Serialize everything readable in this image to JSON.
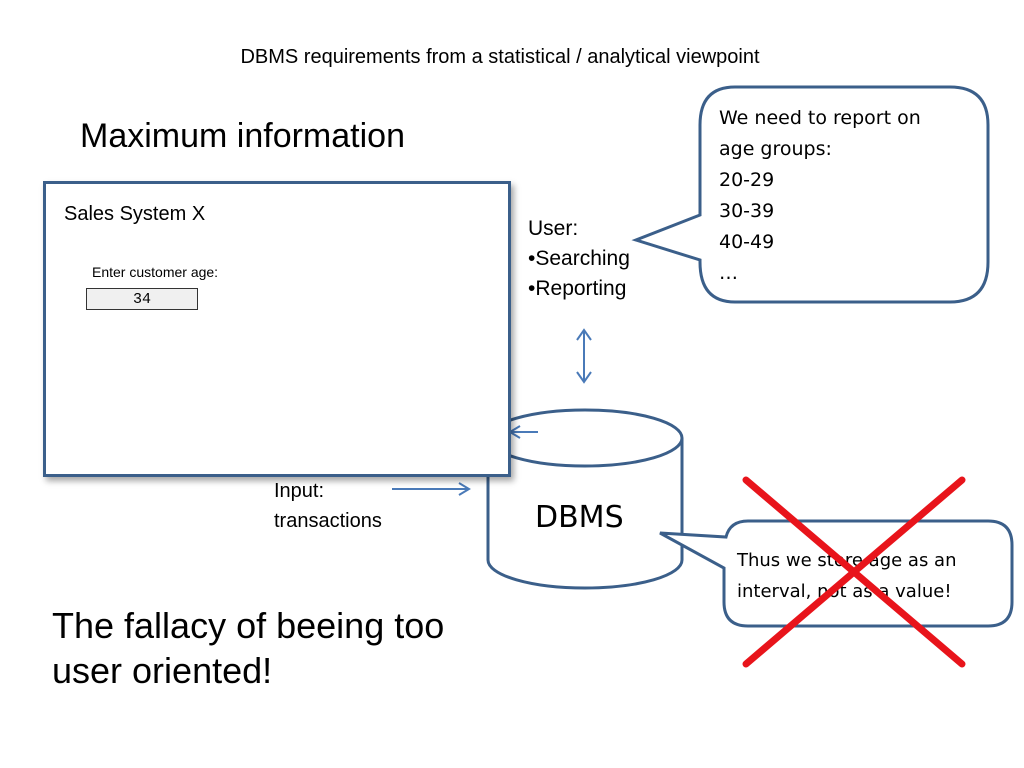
{
  "title": "DBMS requirements from a statistical / analytical viewpoint",
  "heading": "Maximum information",
  "window": {
    "title": "Sales System X",
    "age_label": "Enter customer age:",
    "age_value": "34"
  },
  "user": {
    "label": "User:",
    "items": [
      "•Searching",
      "•Reporting"
    ]
  },
  "input": {
    "label": "Input:",
    "sub": "transactions"
  },
  "dbms_label": "DBMS",
  "bubble_report": {
    "lines": [
      "We need to report on",
      "age groups:",
      "20-29",
      "30-39",
      "40-49",
      "…"
    ]
  },
  "bubble_interval": {
    "lines": [
      "Thus we store age as an",
      "interval, not as a value!"
    ]
  },
  "fallacy": {
    "lines": [
      "The fallacy of beeing too",
      "user oriented!"
    ]
  },
  "colors": {
    "outline": "#3b5f8a",
    "arrow": "#4a7ab8",
    "cross": "#e8141b"
  }
}
